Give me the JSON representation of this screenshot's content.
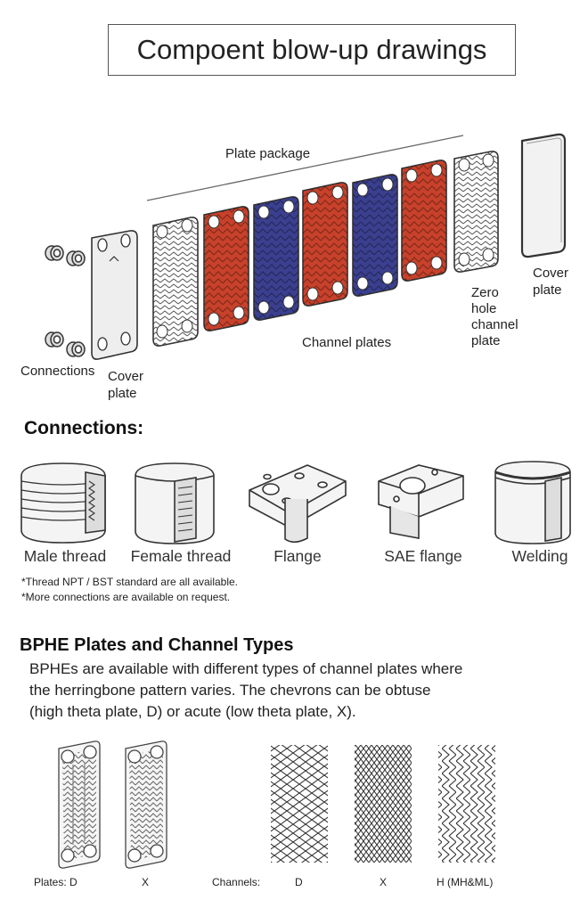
{
  "title": "Compoent blow-up drawings",
  "exploded": {
    "plate_package": "Plate package",
    "connections": "Connections",
    "cover_plate_left": [
      "Cover",
      "plate"
    ],
    "channel_plates": "Channel plates",
    "zero_hole": [
      "Zero",
      "hole",
      "channel",
      "plate"
    ],
    "cover_plate_right": [
      "Cover",
      "plate"
    ]
  },
  "connections": {
    "heading": "Connections:",
    "types": [
      "Male thread",
      "Female thread",
      "Flange",
      "SAE flange",
      "Welding"
    ],
    "notes": [
      "*Thread NPT / BST standard are all available.",
      "*More connections are available on request."
    ]
  },
  "bphe": {
    "heading": "BPHE Plates and Channel Types",
    "description": [
      "BPHEs are available with different types of channel plates where",
      "the herringbone pattern varies. The chevrons can be obtuse",
      "(high theta plate, D) or acute (low theta plate, X)."
    ],
    "plates_label": "Plates: D",
    "plates_x": "X",
    "channels_label": "Channels:",
    "channel_d": "D",
    "channel_x": "X",
    "channel_h": "H (MH&ML)"
  },
  "colors": {
    "red_plate": "#c8412b",
    "blue_plate": "#3b3f8f",
    "gray_plate": "#bfbfbf"
  }
}
